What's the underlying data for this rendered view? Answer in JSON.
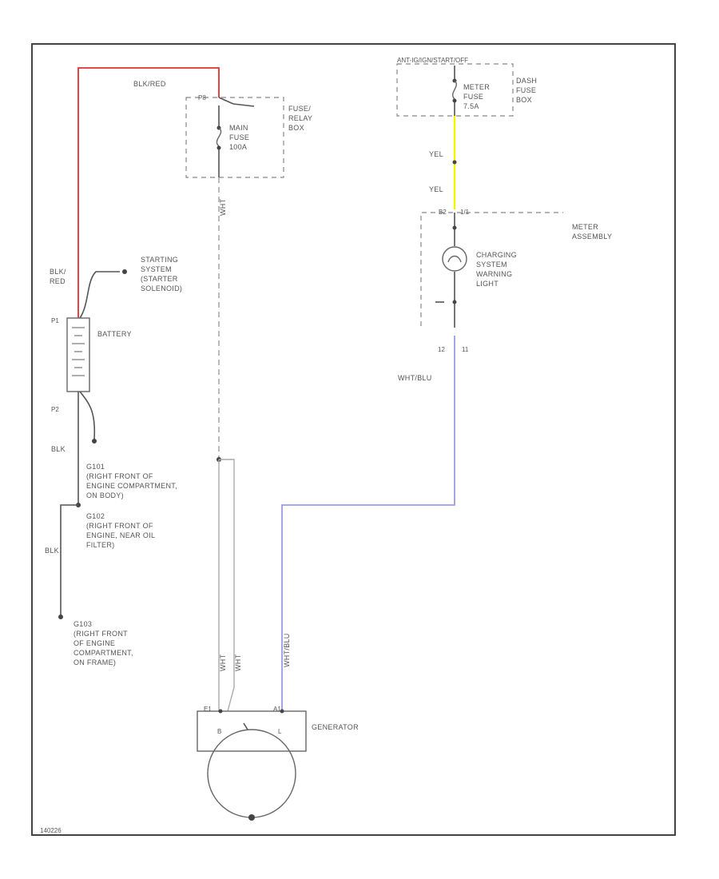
{
  "colors": {
    "red_wire": "#e03030",
    "yellow_wire": "#f4f400",
    "blue_wire": "#9b9bea",
    "frame": "#444444"
  },
  "wire_labels": {
    "blk_red_top": "BLK/RED",
    "blk_red_side": [
      "BLK/",
      "RED"
    ],
    "yel_1": "YEL",
    "yel_2": "YEL",
    "wht_blu": "WHT/BLU",
    "blk_1": "BLK",
    "blk_2": "BLK",
    "wht": "WHT",
    "wht_blu_vert": "WHT/BLU",
    "wht_a": "WHT",
    "wht_b": "WHT"
  },
  "components": {
    "fuse_relay_box": [
      "FUSE/",
      "RELAY",
      "BOX"
    ],
    "main_fuse": [
      "MAIN",
      "FUSE",
      "100A"
    ],
    "ignition_switch": "ANT-IG/IGN/START/OFF",
    "meter_fuse": [
      "METER",
      "FUSE",
      "7.5A"
    ],
    "dash_fuse_box": [
      "DASH",
      "FUSE",
      "BOX"
    ],
    "meter_assembly": [
      "METER",
      "ASSEMBLY"
    ],
    "warning_light": [
      "CHARGING",
      "SYSTEM",
      "WARNING",
      "LIGHT"
    ],
    "starting_system": [
      "STARTING",
      "SYSTEM",
      "(STARTER",
      "SOLENOID)"
    ],
    "battery": "BATTERY",
    "generator": "GENERATOR"
  },
  "grounds": {
    "g101": [
      "G101",
      "(RIGHT FRONT OF",
      "ENGINE COMPARTMENT,",
      "ON BODY)"
    ],
    "g102": [
      "G102",
      "(RIGHT FRONT OF",
      "ENGINE, NEAR OIL",
      "FILTER)"
    ],
    "g103": [
      "G103",
      "(RIGHT FRONT",
      "OF ENGINE",
      "COMPARTMENT,",
      "ON FRAME)"
    ]
  },
  "pins": {
    "battery_plus": "P1",
    "battery_minus": "P2",
    "fuse_box_pin": "P8",
    "meter_in": "B2",
    "meter_in2": "1/1",
    "meter_out1": "12",
    "meter_out2": "11",
    "gen_b": "B",
    "gen_l": "L",
    "gen_b_pin": "E1",
    "gen_l_pin": "A1"
  },
  "footer_code": "140226"
}
